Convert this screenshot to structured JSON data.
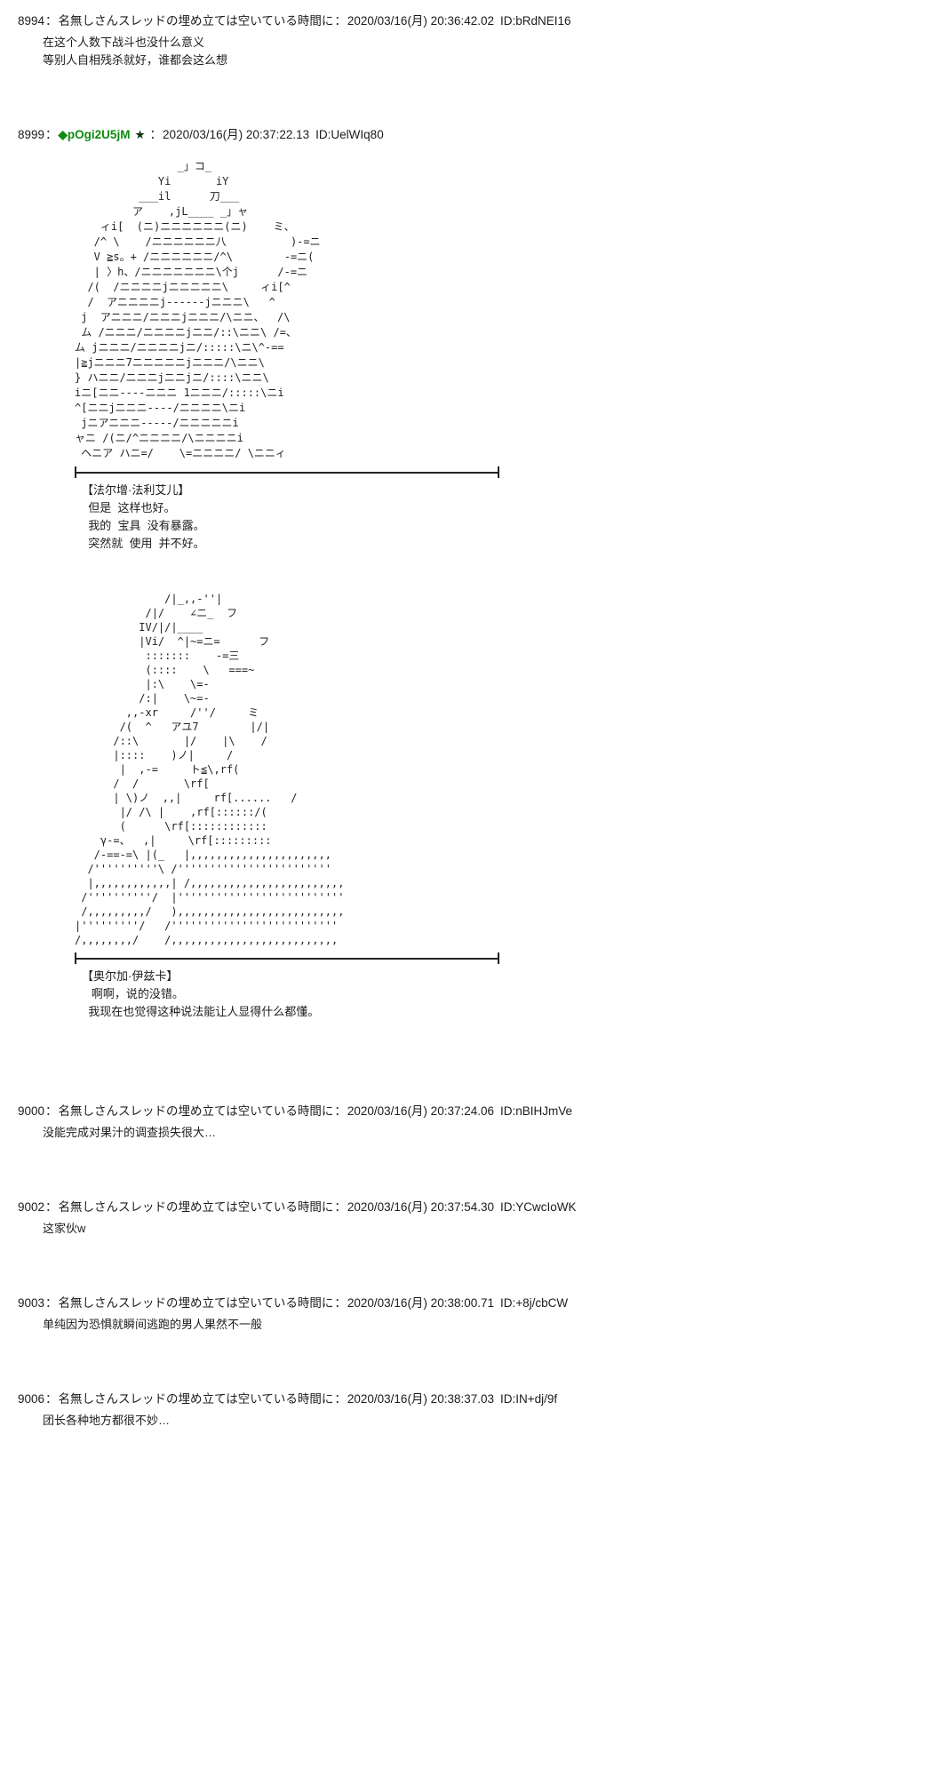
{
  "colors": {
    "background": "#ffffff",
    "text": "#1c1c1c",
    "tripcode_green": "#0e8c0e"
  },
  "labels": {
    "colon": "："
  },
  "posts": [
    {
      "number": "8994",
      "name": "名無しさんスレッドの埋め立ては空いている時間に",
      "datetime": "2020/03/16(月) 20:36:42.02",
      "id": "ID:bRdNEI16",
      "body": [
        "在这个人数下战斗也没什么意义",
        "等别人自相残杀就好，谁都会这么想"
      ]
    },
    {
      "number": "8999",
      "tripcode": "◆pOgi2U5jM",
      "star": "★",
      "datetime": "2020/03/16(月) 20:37:22.13",
      "id": "ID:UelWIq80",
      "aa_first": [
        "                _」コ_",
        "             Yi       iY",
        "          ___il      刀___",
        "         ア    ,jL____ _」ャ",
        "    ィi[  (ニ)ニニニニニニ(ニ)    ミ、",
        "   /^ \\    /ニニニニニニ八          )-=ニ",
        "   V ≧s。+ /ニニニニニニ/^\\        -=ニ(",
        "   | 〉h、/ニニニニニニニ\\个j      /-=ニ",
        "  /(  /ニニニニjニニニニニ\\     ィi[^",
        "  /  アニニニニj------jニニニ\\   ^",
        " j  アニニニ/ニニニjニニニ/\\ニニ、  /\\",
        " ム /ニニニ/ニニニニjニニ/::\\ニニ\\ /=、",
        "ム jニニニ/ニニニニjニ/:::::\\ニ\\^-==",
        "|≧jニニニ7ニニニニニjニニニ/\\ニニ\\",
        "} ハニニ/ニニニjニニjニ/::::\\ニニ\\",
        "iニ[ニニ----ニニニ 1ニニニ/:::::\\ニi",
        "^[ニニjニニニ----/ニニニニ\\ニi",
        " jニアニニニ-----/ニニニニニi",
        "ャニ /(ニ/^ニニニニ/\\ニニニニi",
        " ヘニア ハニ=/    \\=ニニニニ/ \\ニニィ"
      ],
      "dialogues": [
        {
          "speaker": "【法尔增·法利艾儿】",
          "lines": [
            "  但是  这样也好。",
            "  我的  宝具  没有暴露。",
            "  突然就  使用  并不好。"
          ]
        },
        {
          "speaker": "【奥尔加·伊兹卡】",
          "lines": [
            "   啊啊，说的没错。",
            "  我现在也觉得这种说法能让人显得什么都懂。"
          ]
        }
      ],
      "aa_second": [
        "              /|_,,-''|",
        "           /|/    ∠ニ_  フ",
        "          IV/|/|____",
        "          |Vi/  ^|~=ニ=      フ",
        "           :::::::    -=三",
        "           (::::    \\   ===~",
        "           |:\\    \\=-",
        "          /:|    \\~=-",
        "        ,,-xr     /''/     ミ",
        "       /(  ^   アユ7        |/|",
        "      /::\\       |/    |\\    /",
        "      |::::    )ノ|     /",
        "       |  ,-=     ト≦\\,rf(",
        "      /  /       \\rf[",
        "      | \\)ノ  ,,|     rf[......   /",
        "       |/ /\\ |    ,rf[::::::/(",
        "       (      \\rf[::::::::::::",
        "    γ-=、  ,|     \\rf[:::::::::",
        "   /-==-=\\ |(_   |,,,,,,,,,,,,,,,,,,,,,,",
        "  /''''''''''\\ /''''''''''''''''''''''''",
        "  |,,,,,,,,,,,,| /,,,,,,,,,,,,,,,,,,,,,,,,",
        " /''''''''''/  |''''''''''''''''''''''''''",
        " /,,,,,,,,,/   ),,,,,,,,,,,,,,,,,,,,,,,,,,",
        "|'''''''''/   /''''''''''''''''''''''''''",
        "/,,,,,,,,/    /,,,,,,,,,,,,,,,,,,,,,,,,,,"
      ]
    },
    {
      "number": "9000",
      "name": "名無しさんスレッドの埋め立ては空いている時間に",
      "datetime": "2020/03/16(月) 20:37:24.06",
      "id": "ID:nBIHJmVe",
      "body": [
        "没能完成对果汁的调查损失很大…"
      ]
    },
    {
      "number": "9002",
      "name": "名無しさんスレッドの埋め立ては空いている時間に",
      "datetime": "2020/03/16(月) 20:37:54.30",
      "id": "ID:YCwcIoWK",
      "body": [
        "这家伙w"
      ]
    },
    {
      "number": "9003",
      "name": "名無しさんスレッドの埋め立ては空いている時間に",
      "datetime": "2020/03/16(月) 20:38:00.71",
      "id": "ID:+8j/cbCW",
      "body": [
        "单纯因为恐惧就瞬间逃跑的男人果然不一般"
      ]
    },
    {
      "number": "9006",
      "name": "名無しさんスレッドの埋め立ては空いている時間に",
      "datetime": "2020/03/16(月) 20:38:37.03",
      "id": "ID:IN+dj/9f",
      "body": [
        "团长各种地方都很不妙…"
      ]
    }
  ]
}
